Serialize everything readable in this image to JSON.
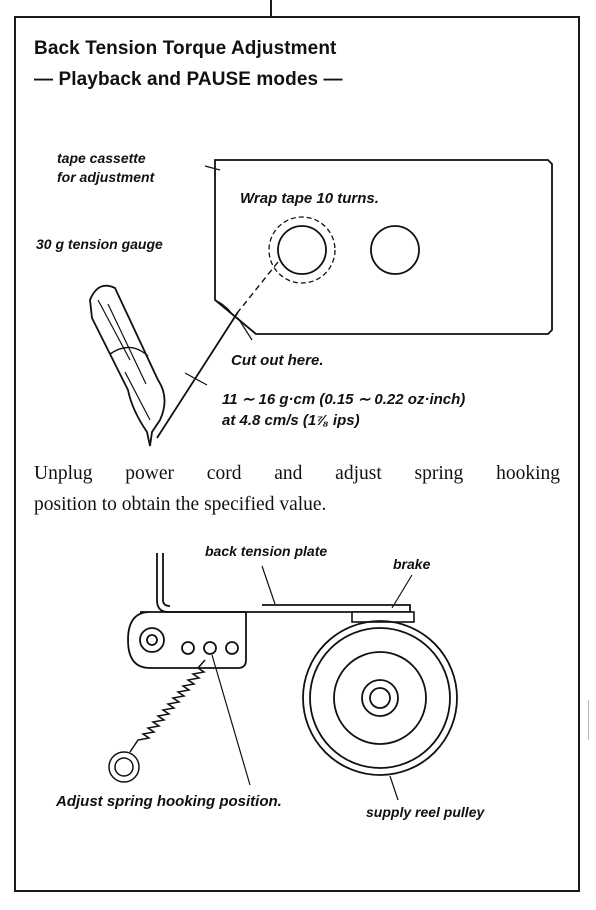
{
  "heading": {
    "title": "Back Tension Torque Adjustment",
    "subtitle": "— Playback and PAUSE modes —"
  },
  "diagram_top": {
    "cassette_label_line1": "tape cassette",
    "cassette_label_line2": "for adjustment",
    "wrap_instruction": "Wrap tape 10 turns.",
    "gauge_label": "30 g tension gauge",
    "cut_label": "Cut out here.",
    "spec_line1": "11 ∼ 16 g·cm (0.15 ∼ 0.22 oz·inch)",
    "spec_line2": "at 4.8 cm/s (1⅞ ips)"
  },
  "instructions": {
    "line1": "Unplug power cord and adjust spring hooking",
    "line2": "position to obtain the specified value."
  },
  "diagram_bottom": {
    "plate_label": "back tension plate",
    "brake_label": "brake",
    "spring_label": "Adjust spring hooking position.",
    "pulley_label": "supply reel pulley"
  },
  "colors": {
    "ink": "#111111",
    "paper": "#ffffff"
  }
}
